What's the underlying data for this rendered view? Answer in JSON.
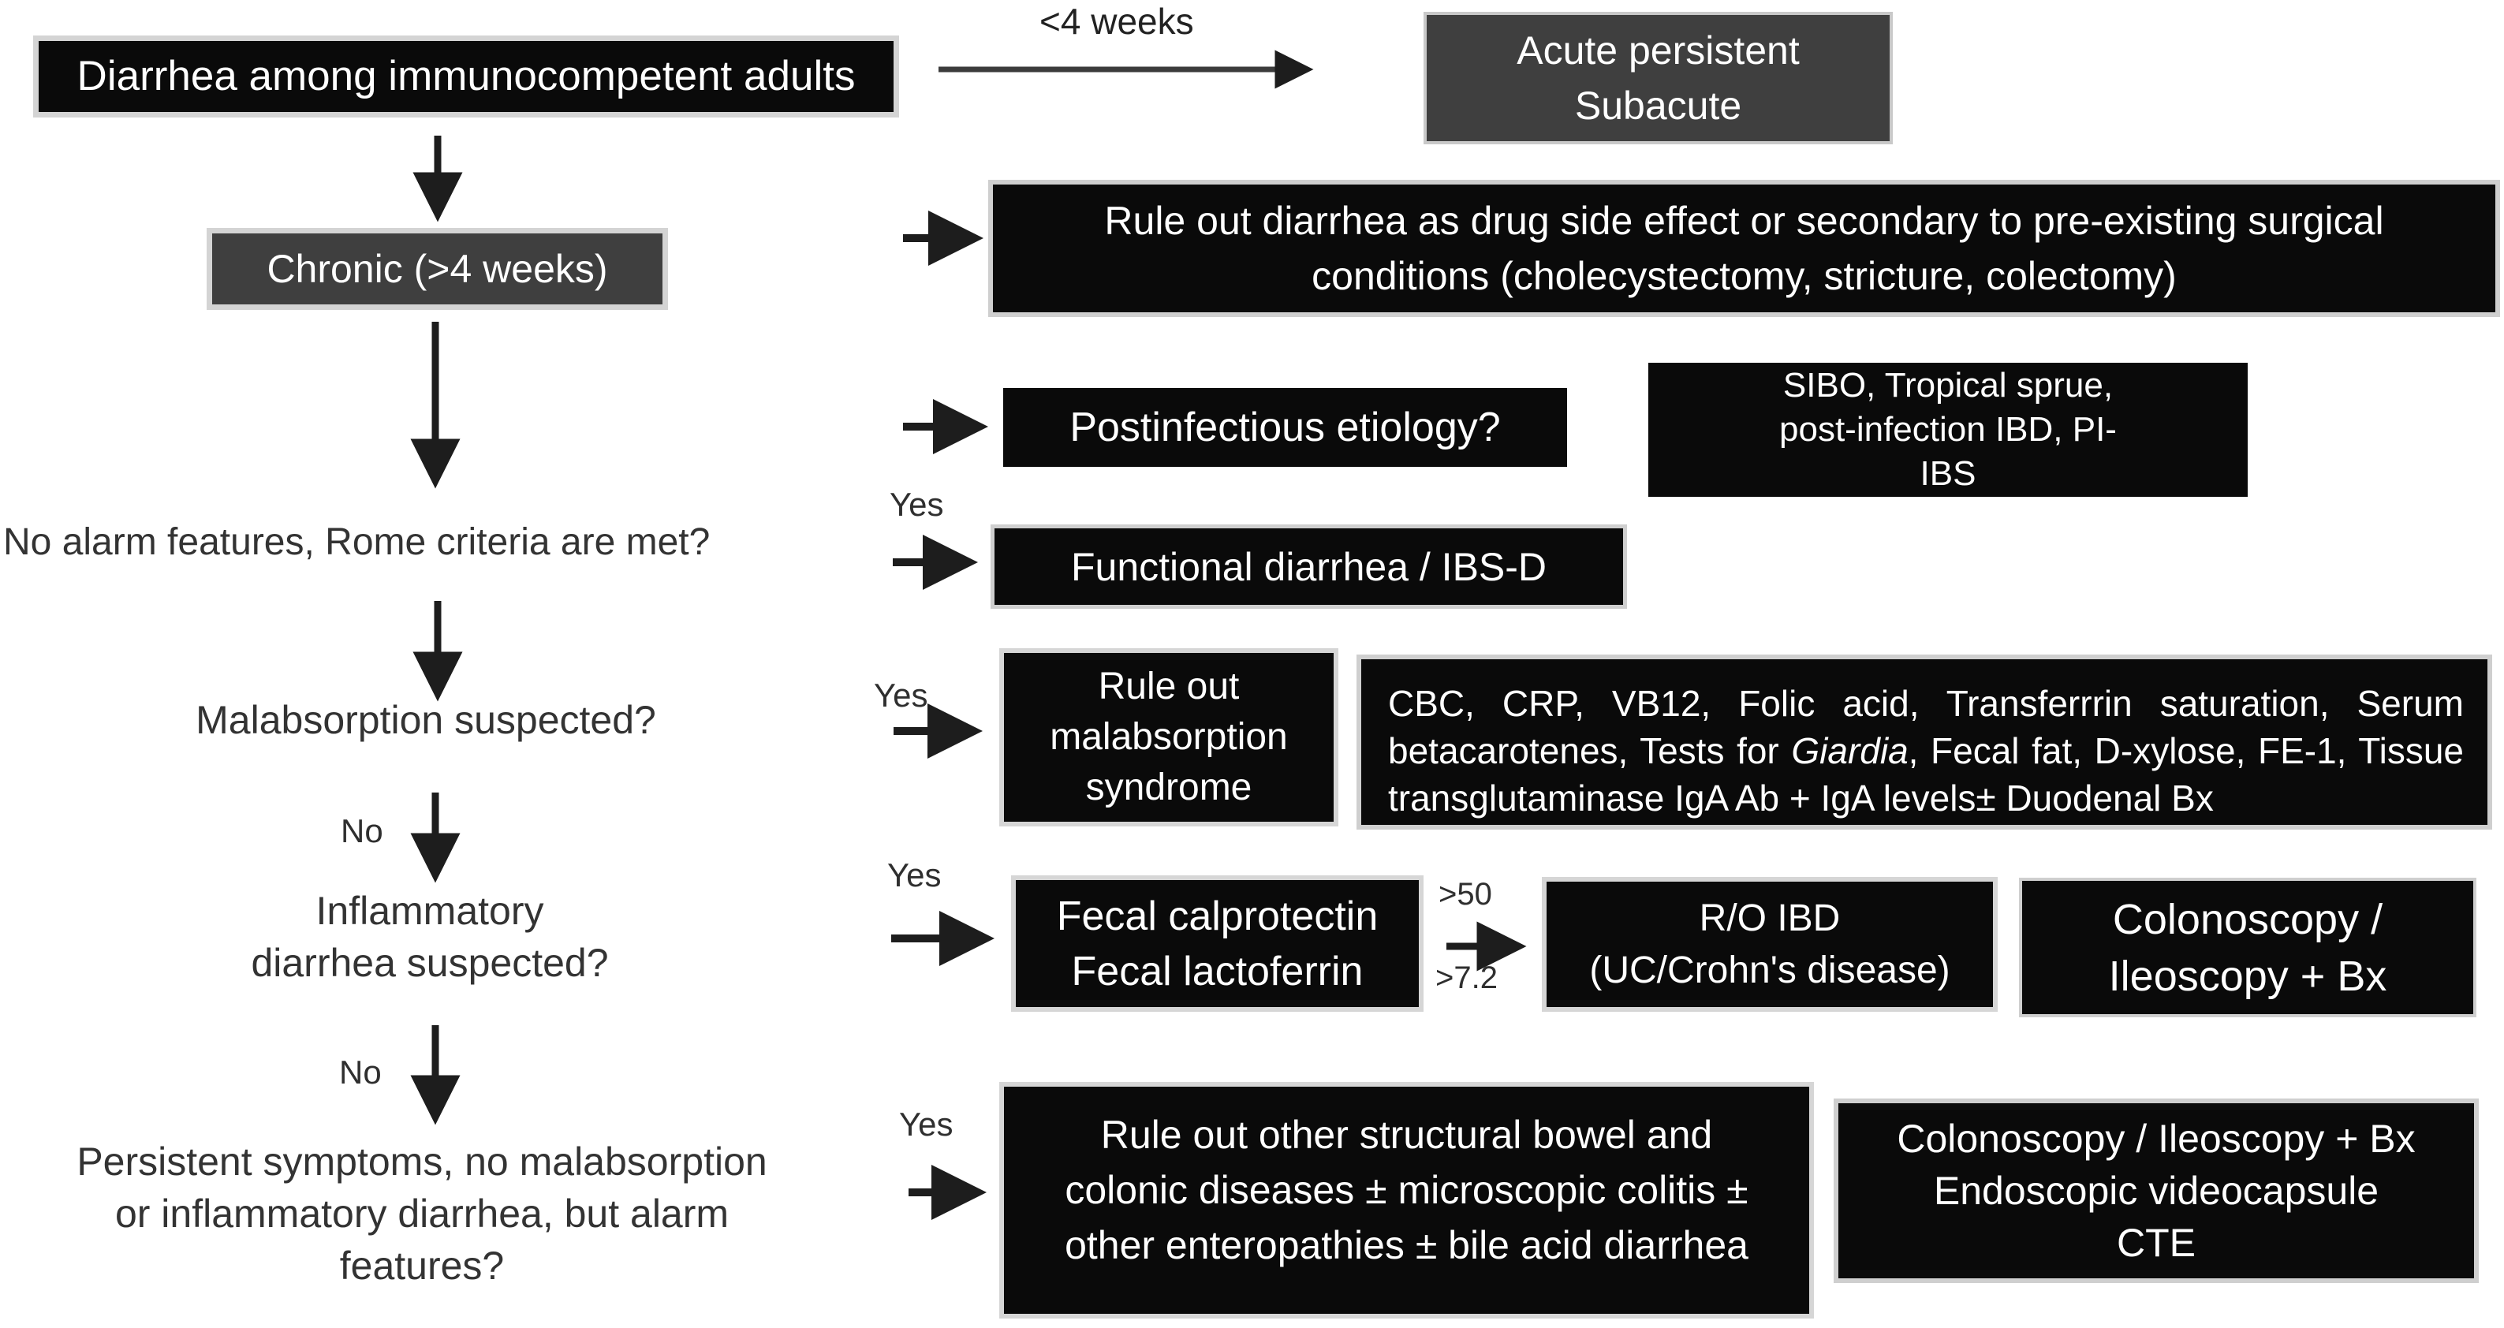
{
  "flowchart": {
    "nodes": {
      "start": "Diarrhea among immunocompetent adults",
      "acute": "Acute persistent\nSubacute",
      "chronic": "Chronic (>4 weeks)",
      "rule_out_drug": "Rule out diarrhea as drug side effect or secondary to pre-existing surgical\nconditions (cholecystectomy, stricture, colectomy)",
      "postinfectious": "Postinfectious etiology?",
      "sibo": "SIBO, Tropical sprue,\npost-infection IBD, PI-\nIBS",
      "rome_question": "No alarm features, Rome criteria are met?",
      "functional": "Functional diarrhea / IBS-D",
      "malabsorption_question": "Malabsorption suspected?",
      "rule_out_malabsorption": "Rule out\nmalabsorption\nsyndrome",
      "labs_part1": "CBC, CRP, VB12, Folic acid, Transferrrin saturation, Serum betacarotenes, Tests for ",
      "labs_italic": "Giardia",
      "labs_part2": ", Fecal fat, D-xylose, FE-1, Tissue transglutaminase IgA Ab + IgA levels± Duodenal Bx",
      "inflammatory_question": "Inflammatory\ndiarrhea suspected?",
      "fecal_tests": "Fecal calprotectin\nFecal lactoferrin",
      "ro_ibd": "R/O IBD\n(UC/Crohn's disease)",
      "colonoscopy_ileoscopy": "Colonoscopy /\nIleoscopy + Bx",
      "persistent_question": "Persistent symptoms, no malabsorption\nor inflammatory diarrhea, but alarm\nfeatures?",
      "rule_out_structural": "Rule out other structural bowel and\ncolonic diseases ± microscopic colitis ±\nother enteropathies ± bile acid diarrhea",
      "colonoscopy_capsule": "Colonoscopy / Ileoscopy + Bx\nEndoscopic videocapsule\nCTE"
    },
    "edge_labels": {
      "lt4weeks": "<4 weeks",
      "yes": [
        "Yes",
        "Yes",
        "Yes",
        "Yes"
      ],
      "no": [
        "No",
        "No"
      ],
      "gt50": ">50",
      "gt72": ">7.2"
    },
    "colors": {
      "box_black": "#0a0a0a",
      "box_gray": "#3f3f3f",
      "box_border_light": "#d4d4d4",
      "text_on_box": "#ffffff",
      "question_text": "#333333",
      "arrow": "#1d1d1d",
      "background": "#ffffff"
    }
  }
}
